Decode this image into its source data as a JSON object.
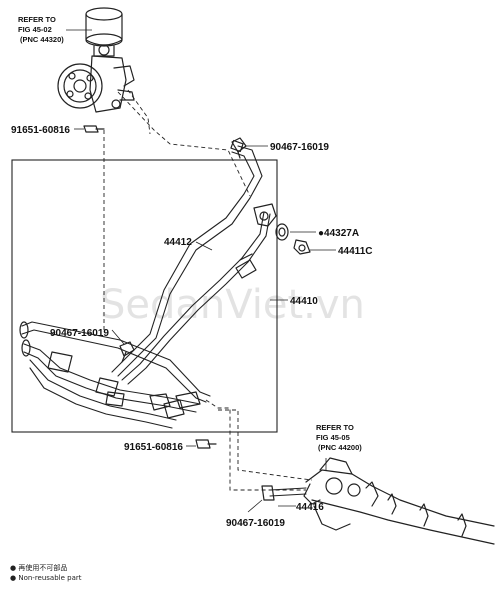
{
  "refer_top": {
    "line1": "REFER TO",
    "line2": "FIG 45-02",
    "line3": "(PNC 44320)"
  },
  "refer_bottom": {
    "line1": "REFER TO",
    "line2": "FIG 45-05",
    "line3": "(PNC 44200)"
  },
  "parts": {
    "p91651_top": "91651-60816",
    "p90467_top": "90467-16019",
    "p44327a": "●44327A",
    "p44411c": "44411C",
    "p44412": "44412",
    "p44410": "44410",
    "p90467_mid": "90467-16019",
    "p91651_bot": "91651-60816",
    "p44416": "44416",
    "p90467_bot": "90467-16019"
  },
  "notes": {
    "line1": "● 再使用不可部品",
    "line2": "● Non-reusable part"
  },
  "watermark": "SedanViet.vn"
}
